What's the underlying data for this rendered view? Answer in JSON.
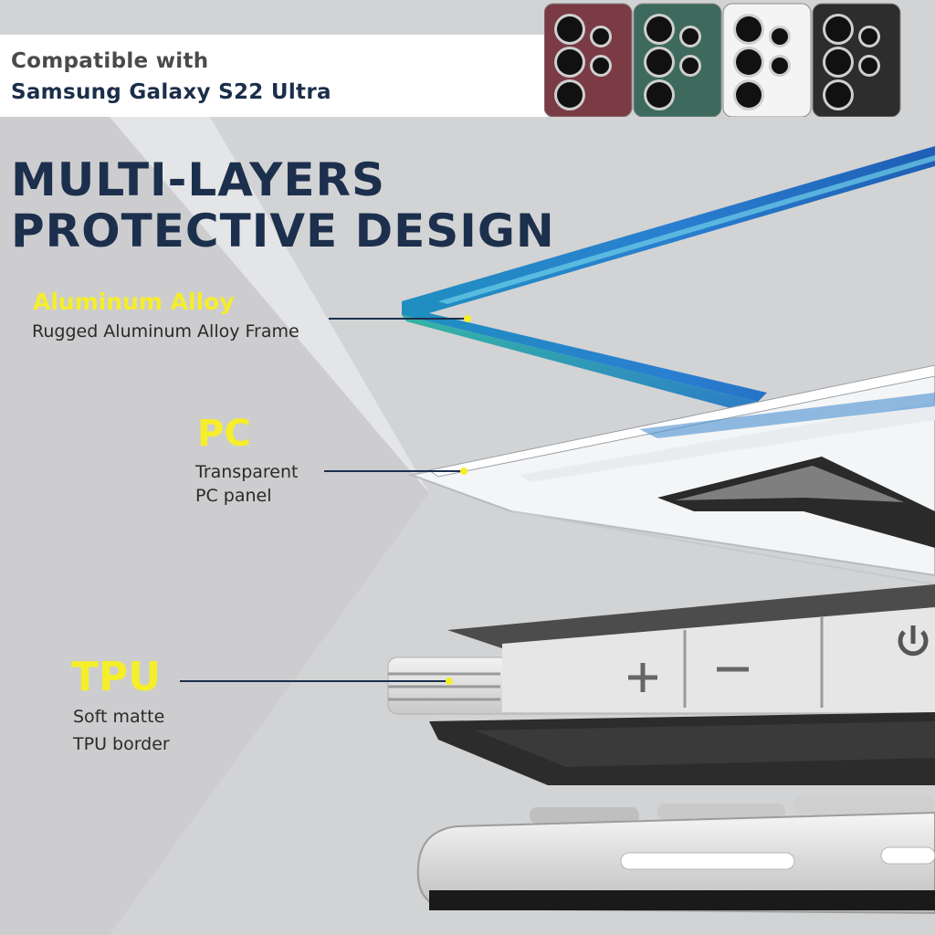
{
  "header": {
    "compat_line1": "Compatible with",
    "compat_line2": "Samsung Galaxy S22 Ultra",
    "phone_colors": [
      "#7a3b45",
      "#3d6a5c",
      "#f4f4f4",
      "#2d2d2d"
    ]
  },
  "headline": {
    "line1": "MULTI-LAYERS",
    "line2": "PROTECTIVE DESIGN"
  },
  "layers": [
    {
      "title": "Aluminum Alloy",
      "desc": "Rugged Aluminum Alloy Frame"
    },
    {
      "title": "PC",
      "desc_line1": "Transparent",
      "desc_line2": "PC panel"
    },
    {
      "title": "TPU",
      "desc_line1": "Soft matte",
      "desc_line2": "TPU border"
    }
  ],
  "colors": {
    "accent_yellow": "#f5ee2a",
    "navy": "#1c2f4d",
    "frame_blue": "#2a7fd0",
    "frame_teal": "#3ab0a8"
  },
  "icons": [
    "plus-icon",
    "minus-icon",
    "power-icon"
  ]
}
